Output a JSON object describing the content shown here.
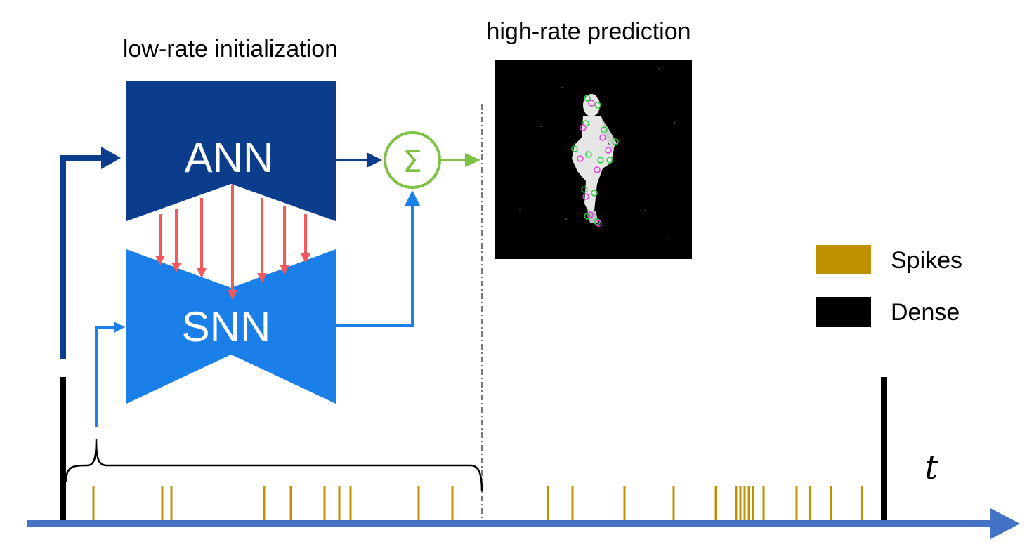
{
  "titles": {
    "low_rate": "low-rate initialization",
    "high_rate": "high-rate prediction"
  },
  "networks": {
    "ann_label": "ANN",
    "snn_label": "SNN",
    "sum_symbol": "Σ"
  },
  "legend": {
    "items": [
      {
        "label": "Spikes",
        "color": "#bf9000"
      },
      {
        "label": "Dense",
        "color": "#000000"
      }
    ]
  },
  "axis": {
    "time_label": "t"
  },
  "colors": {
    "ann": "#0b3d8c",
    "snn": "#1a7fe8",
    "distill_arrows": "#f05a5a",
    "sum": "#7dc242",
    "timeline": "#4472c4",
    "spikes": "#bf9000",
    "dense": "#000000"
  },
  "prediction_image": {
    "icon": "pose-prediction-image"
  }
}
